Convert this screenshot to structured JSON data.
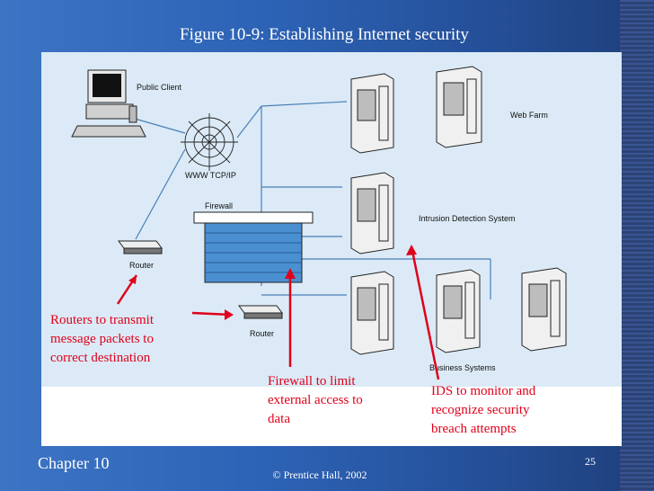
{
  "title": "Figure 10-9: Establishing Internet security",
  "diagram_labels": {
    "public_client": "Public Client",
    "www": "WWW TCP/IP",
    "firewall": "Firewall",
    "router_left": "Router",
    "router_center": "Router",
    "web_farm": "Web Farm",
    "ids": "Intrusion Detection System",
    "business": "Business Systems"
  },
  "callouts": {
    "routers": "Routers to transmit\nmessage packets to\ncorrect destination",
    "firewall": "Firewall to limit\nexternal access to\ndata",
    "ids": "IDS to monitor and\nrecognize security\nbreach attempts"
  },
  "footer": {
    "chapter": "Chapter 10",
    "copyright": "© Prentice Hall, 2002",
    "page": "25"
  },
  "colors": {
    "background": "#2d63b6",
    "diagram_bg": "#dbeaf6",
    "firewall_fill": "#4a8fd0",
    "callout_red": "#e0001a"
  }
}
